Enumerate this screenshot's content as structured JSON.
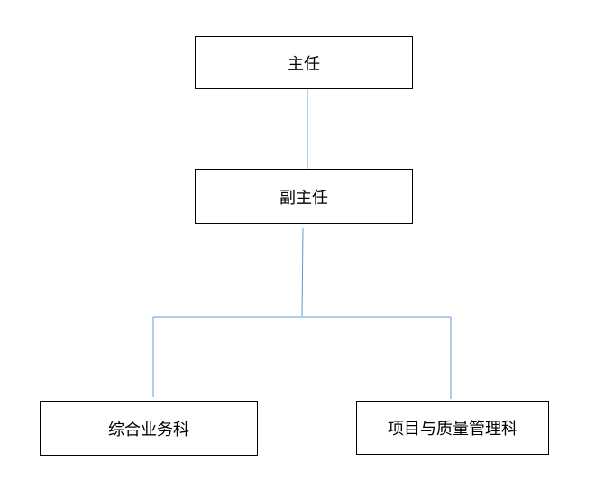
{
  "org_chart": {
    "nodes": {
      "director": "主任",
      "deputy_director": "副主任",
      "general_affairs": "综合业务科",
      "project_quality": "项目与质量管理科"
    },
    "relations": [
      {
        "from": "director",
        "to": "deputy_director"
      },
      {
        "from": "deputy_director",
        "to": "general_affairs"
      },
      {
        "from": "deputy_director",
        "to": "project_quality"
      }
    ],
    "colors": {
      "box_border": "#000000",
      "connector": "#5b9bd5",
      "text": "#000000"
    }
  }
}
